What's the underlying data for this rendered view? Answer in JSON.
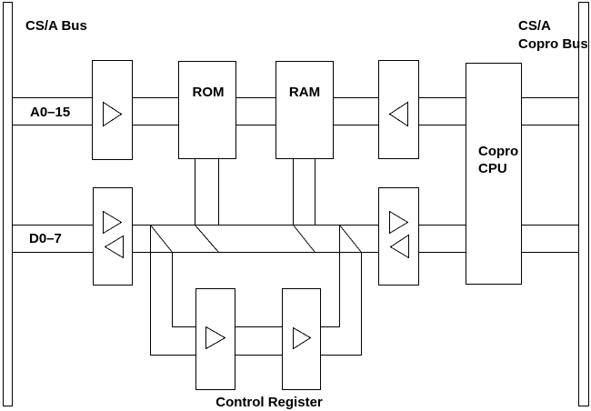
{
  "diagram": {
    "labels": {
      "left_bus": "CS/A Bus",
      "right_bus_line1": "CS/A",
      "right_bus_line2": "Copro Bus",
      "address_bus": "A0–15",
      "data_bus": "D0–7",
      "rom": "ROM",
      "ram": "RAM",
      "cpu_line1": "Copro",
      "cpu_line2": "CPU",
      "control_register": "Control Register"
    },
    "colors": {
      "line": "#000000",
      "background": "#ffffff",
      "text": "#000000"
    },
    "icons": {
      "buffer_triangle_right": "right-pointing tri-state buffer symbol",
      "buffer_triangle_left": "left-pointing tri-state buffer symbol"
    }
  }
}
